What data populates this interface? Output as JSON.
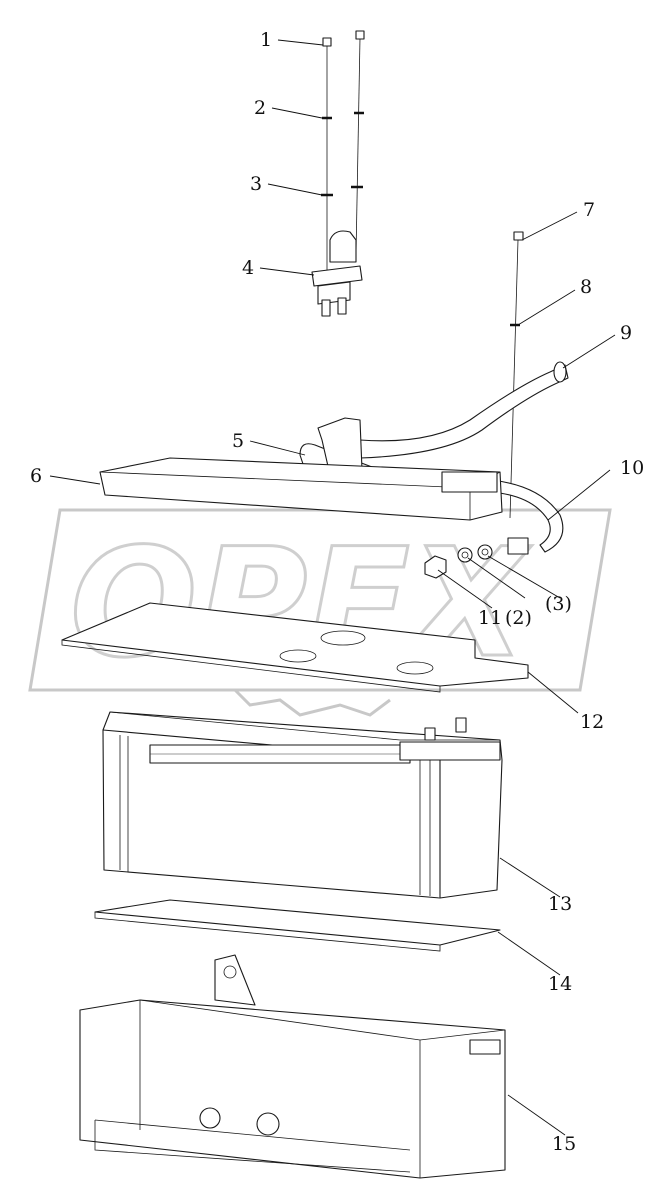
{
  "callouts": [
    {
      "id": "1",
      "text": "1"
    },
    {
      "id": "2",
      "text": "2"
    },
    {
      "id": "3",
      "text": "3"
    },
    {
      "id": "4",
      "text": "4"
    },
    {
      "id": "5",
      "text": "5"
    },
    {
      "id": "6",
      "text": "6"
    },
    {
      "id": "7",
      "text": "7"
    },
    {
      "id": "8",
      "text": "8"
    },
    {
      "id": "9",
      "text": "9"
    },
    {
      "id": "10",
      "text": "10"
    },
    {
      "id": "11",
      "text": "11"
    },
    {
      "id": "11-2",
      "text": "(2)"
    },
    {
      "id": "11-3",
      "text": "(3)"
    },
    {
      "id": "12",
      "text": "12"
    },
    {
      "id": "13",
      "text": "13"
    },
    {
      "id": "14",
      "text": "14"
    },
    {
      "id": "15",
      "text": "15"
    }
  ],
  "watermark": {
    "text": "OPEX",
    "color": "#c8c8c8"
  }
}
